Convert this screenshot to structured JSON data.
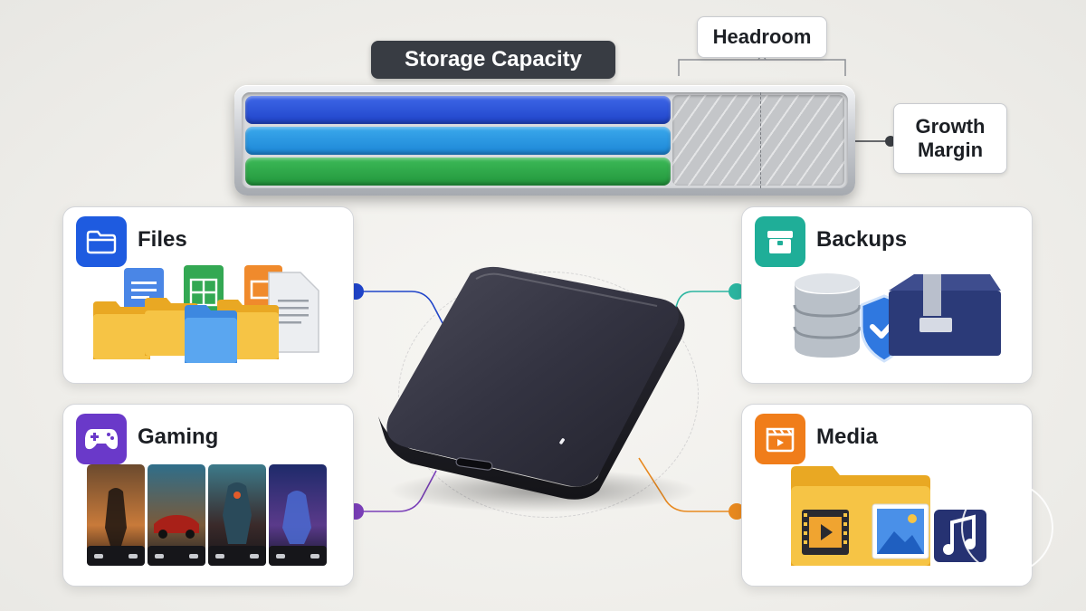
{
  "capacity": {
    "title": "Storage Capacity",
    "headroom_label": "Headroom",
    "growth_label_line1": "Growth",
    "growth_label_line2": "Margin",
    "used_fraction": 0.71
  },
  "categories": {
    "files": {
      "title": "Files",
      "icon": "folder-icon",
      "accent": "#1e5be0"
    },
    "gaming": {
      "title": "Gaming",
      "icon": "gamepad-icon",
      "accent": "#6a39c9"
    },
    "backups": {
      "title": "Backups",
      "icon": "archive-box-icon",
      "accent": "#1fae98"
    },
    "media": {
      "title": "Media",
      "icon": "clapperboard-icon",
      "accent": "#f07d1a"
    }
  },
  "connector_colors": {
    "files": "#1f44c9",
    "gaming": "#7a3fb8",
    "backups": "#2bb5a0",
    "media": "#e8891f"
  }
}
